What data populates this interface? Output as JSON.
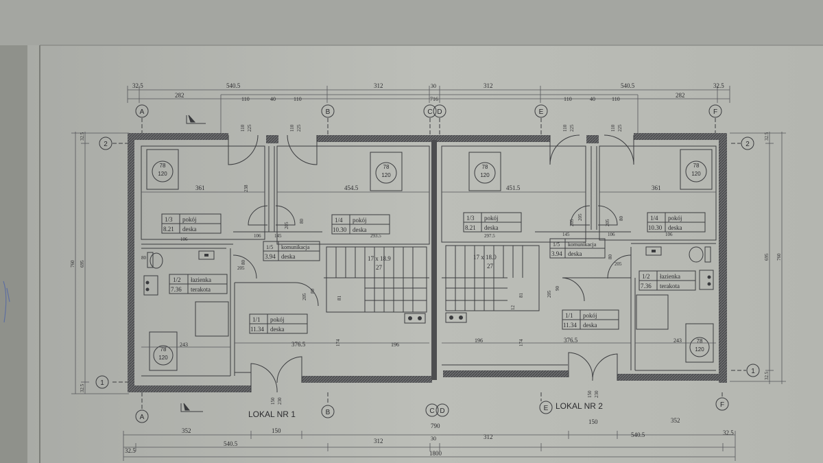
{
  "units": [
    {
      "label": "LOKAL NR 1"
    },
    {
      "label": "LOKAL NR 2"
    }
  ],
  "grid_axes": {
    "vertical": [
      "A",
      "B",
      "C",
      "D",
      "E",
      "F"
    ],
    "horizontal": [
      "2",
      "1"
    ]
  },
  "rooms": [
    {
      "id": "u1-pokoj-13",
      "no": "1/3",
      "name": "pokój",
      "area": "8.21",
      "floor": "deska"
    },
    {
      "id": "u1-pokoj-14",
      "no": "1/4",
      "name": "pokój",
      "area": "10.30",
      "floor": "deska"
    },
    {
      "id": "u1-komunikacja",
      "no": "1/5",
      "name": "komunikacja",
      "area": "3.94",
      "floor": "deska"
    },
    {
      "id": "u1-lazienka",
      "no": "1/2",
      "name": "łazienka",
      "area": "7.36",
      "floor": "terakota"
    },
    {
      "id": "u1-pokoj-11",
      "no": "1/1",
      "name": "pokój",
      "area": "11.34",
      "floor": "deska"
    },
    {
      "id": "u2-pokoj-13",
      "no": "1/3",
      "name": "pokój",
      "area": "8.21",
      "floor": "deska"
    },
    {
      "id": "u2-pokoj-14",
      "no": "1/4",
      "name": "pokój",
      "area": "10.30",
      "floor": "deska"
    },
    {
      "id": "u2-komunikacja",
      "no": "1/5",
      "name": "komunikacja",
      "area": "3.94",
      "floor": "deska"
    },
    {
      "id": "u2-lazienka",
      "no": "1/2",
      "name": "łazienka",
      "area": "7.36",
      "floor": "terakota"
    },
    {
      "id": "u2-pokoj-11",
      "no": "1/1",
      "name": "pokój",
      "area": "11.34",
      "floor": "deska"
    }
  ],
  "stairs": {
    "u1": "17 x 18.9",
    "u2": "17 x 18.0",
    "step_count": "27"
  },
  "beds": {
    "small_top": "78",
    "small_bottom": "120"
  },
  "dims": {
    "top_row1": [
      "32.5",
      "540.5",
      "312",
      "30",
      "312",
      "540.5",
      "32.5"
    ],
    "top_row2": [
      "282",
      "110",
      "40",
      "110",
      "716",
      "110",
      "40",
      "110",
      "282"
    ],
    "bottom_row1": [
      "352",
      "150",
      "790",
      "150",
      "352"
    ],
    "bottom_row2": [
      "32.5",
      "540.5",
      "312",
      "30",
      "312",
      "540.5",
      "32.5"
    ],
    "bottom_total": "1800",
    "left": [
      "32.5",
      "760",
      "695",
      "32.5"
    ],
    "right": [
      "32.5",
      "695",
      "760",
      "32.5"
    ],
    "window_h": [
      "110",
      "225"
    ],
    "door_w": [
      "150",
      "230"
    ],
    "interior": [
      "361",
      "454.5",
      "451.5",
      "361",
      "238",
      "145",
      "205",
      "80",
      "106",
      "297.5",
      "293.5",
      "205",
      "80",
      "376.5",
      "196",
      "174",
      "12",
      "81",
      "243",
      "205",
      "80",
      "80",
      "90"
    ]
  }
}
